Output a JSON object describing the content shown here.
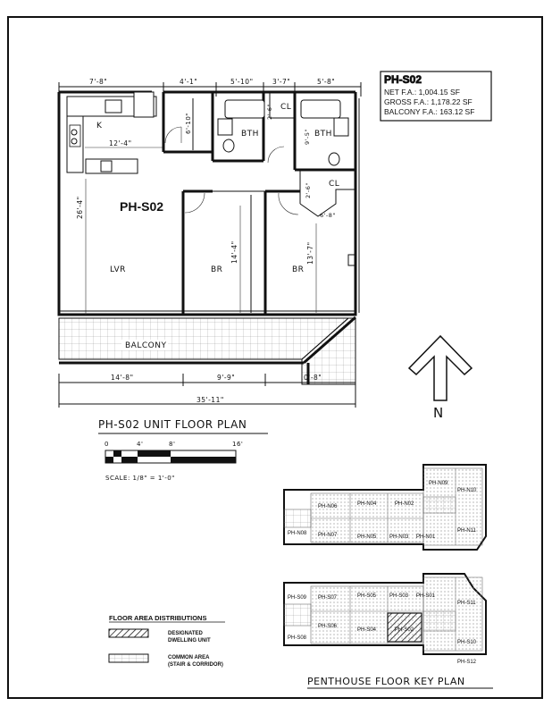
{
  "unit_id": "PH-S02",
  "area_box": {
    "title": "PH-S02",
    "net": "NET F.A.: 1,004.15 SF",
    "gross": "GROSS F.A.: 1,178.22 SF",
    "balcony": "BALCONY F.A.: 163.12 SF"
  },
  "top_dimensions": [
    "7'-8\"",
    "4'-1\"",
    "5'-10\"",
    "3'-7\"",
    "5'-8\""
  ],
  "interior_dimensions": {
    "kitchen_width": "12'-4\"",
    "living_depth": "26'-4\"",
    "bedroom_center_depth": "14'-4\"",
    "bedroom_right_depth": "13'-7\"",
    "closet_a": "6'-10\"",
    "closet_b": "2'-6\"",
    "bath_right": "9'-5\"",
    "closet_c": "2'-6\"",
    "closet_c_width": "6'-8\""
  },
  "bottom_dimensions": [
    "14'-8\"",
    "9'-9\"",
    "0'-8\""
  ],
  "overall_dimension": "35'-11\"",
  "rooms": {
    "kitchen": "K",
    "bath1": "BTH",
    "bath2": "BTH",
    "closet1": "CL",
    "closet2": "CL",
    "living": "LVR",
    "bedroom1": "BR",
    "bedroom2": "BR",
    "balcony": "BALCONY"
  },
  "north_label": "N",
  "plan_title": "PH-S02  UNIT  FLOOR  PLAN",
  "scale_bar": {
    "ticks": [
      "0",
      "4'",
      "8'",
      "16'"
    ],
    "label": "SCALE: 1/8\" = 1'-0\""
  },
  "key_plan": {
    "title": "PENTHOUSE  FLOOR  KEY  PLAN",
    "upper_units": [
      "PH-N10",
      "PH-N09",
      "PH-N06",
      "PH-N04",
      "PH-N02",
      "PH-N08",
      "PH-N07",
      "PH-N05",
      "PH-N03",
      "PH-N01",
      "PH-N11"
    ],
    "lower_units": [
      "PH-S09",
      "PH-S07",
      "PH-S05",
      "PH-S03",
      "PH-S01",
      "PH-S11",
      "PH-S08",
      "PH-S06",
      "PH-S04",
      "PH-S02",
      "PH-S10",
      "PH-S12"
    ]
  },
  "legend": {
    "title": "FLOOR  AREA  DISTRIBUTIONS",
    "item1_line1": "DESIGNATED",
    "item1_line2": "DWELLING UNIT",
    "item2_line1": "COMMON AREA",
    "item2_line2": "(STAIR & CORRIDOR)"
  }
}
